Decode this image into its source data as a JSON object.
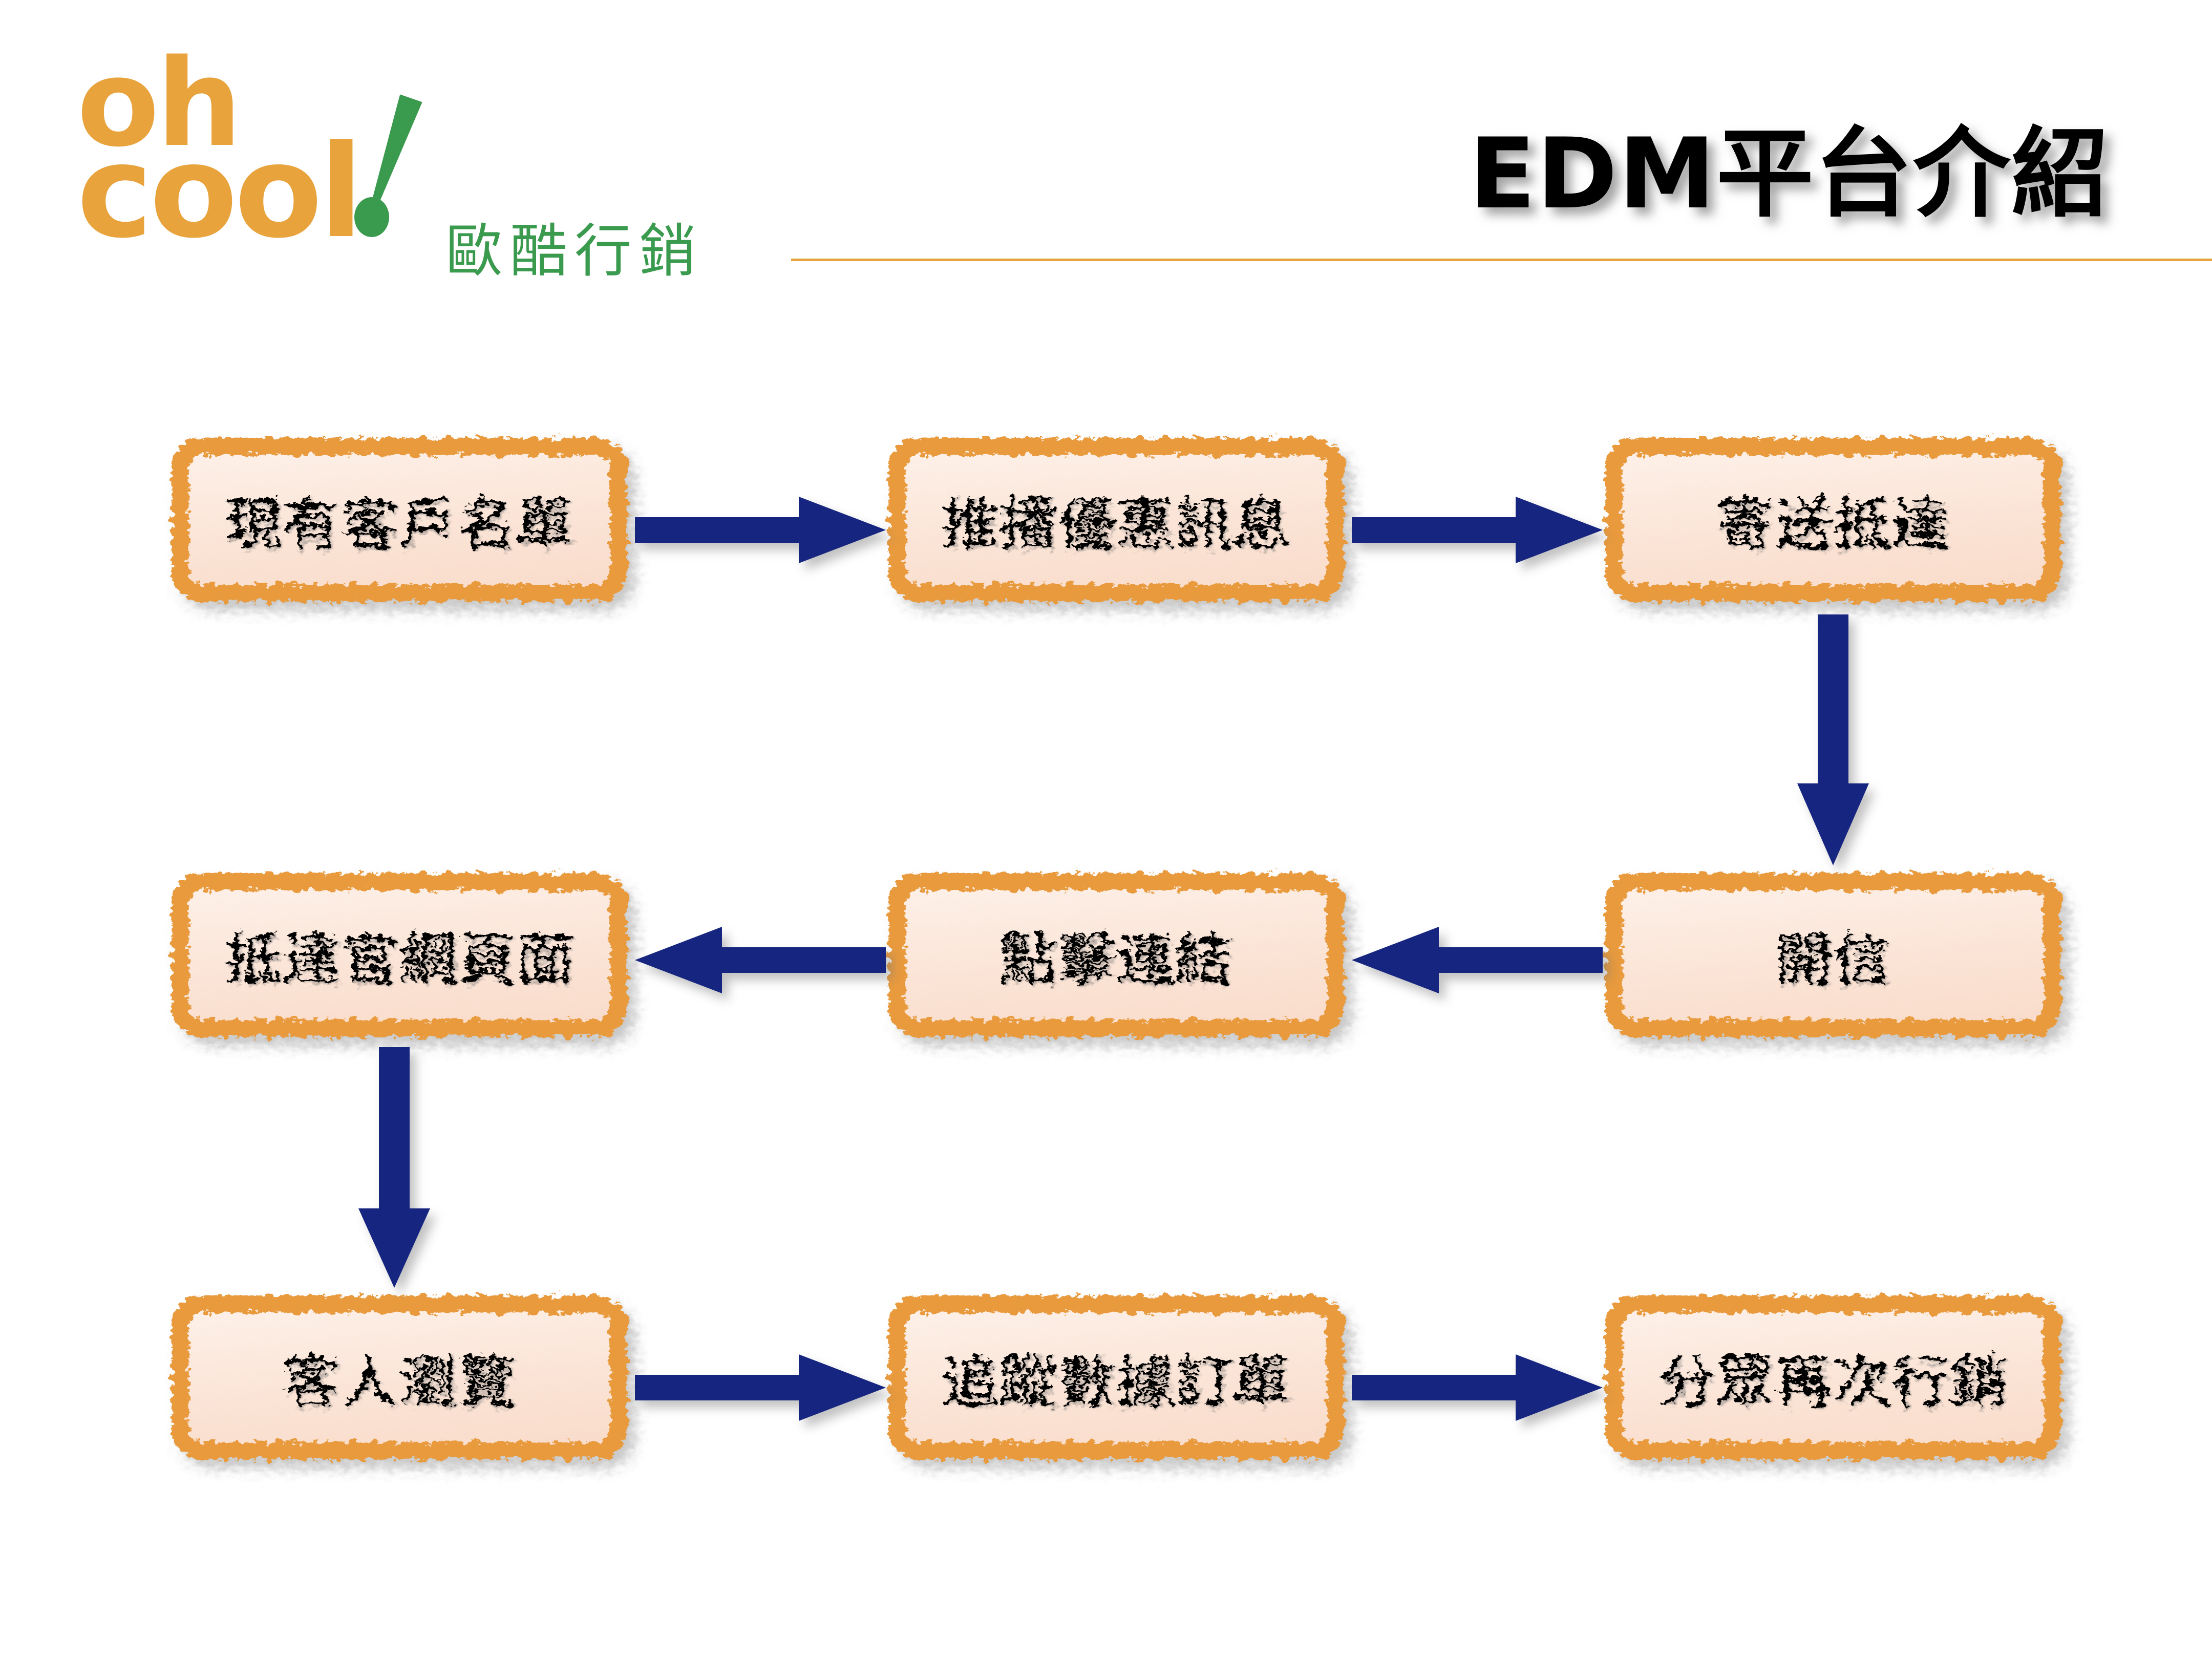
{
  "header": {
    "logo": {
      "word_top": "oh",
      "word_bottom": "cool",
      "chinese_name": "歐酷行銷",
      "orange": "#E8A33D",
      "green": "#3A9A4E",
      "exclamation_icon": "exclamation-mark-icon"
    },
    "title": "EDM平台介紹",
    "rule_color": "#E8A33D"
  },
  "flow": {
    "accent_box_border": "#E89A3C",
    "accent_box_fill": "#FBE4D6",
    "arrow_color": "#16257F",
    "nodes": [
      {
        "id": "existing-customer-list",
        "label": "現有客戶名單",
        "row": 1,
        "col": 1
      },
      {
        "id": "push-promo-message",
        "label": "推播優惠訊息",
        "row": 1,
        "col": 2
      },
      {
        "id": "delivery-arrival",
        "label": "寄送抵達",
        "row": 1,
        "col": 3
      },
      {
        "id": "reach-official-site",
        "label": "抵達官網頁面",
        "row": 2,
        "col": 1
      },
      {
        "id": "click-link",
        "label": "點擊連結",
        "row": 2,
        "col": 2
      },
      {
        "id": "open-mail",
        "label": "開信",
        "row": 2,
        "col": 3
      },
      {
        "id": "guest-browse",
        "label": "客人瀏覽",
        "row": 3,
        "col": 1
      },
      {
        "id": "track-data-order",
        "label": "追蹤數據訂單",
        "row": 3,
        "col": 2
      },
      {
        "id": "segmented-remarketing",
        "label": "分眾再次行銷",
        "row": 3,
        "col": 3
      }
    ],
    "connections": [
      {
        "from": "existing-customer-list",
        "to": "push-promo-message",
        "direction": "right"
      },
      {
        "from": "push-promo-message",
        "to": "delivery-arrival",
        "direction": "right"
      },
      {
        "from": "delivery-arrival",
        "to": "open-mail",
        "direction": "down"
      },
      {
        "from": "open-mail",
        "to": "click-link",
        "direction": "left"
      },
      {
        "from": "click-link",
        "to": "reach-official-site",
        "direction": "left"
      },
      {
        "from": "reach-official-site",
        "to": "guest-browse",
        "direction": "down"
      },
      {
        "from": "guest-browse",
        "to": "track-data-order",
        "direction": "right"
      },
      {
        "from": "track-data-order",
        "to": "segmented-remarketing",
        "direction": "right"
      }
    ]
  }
}
